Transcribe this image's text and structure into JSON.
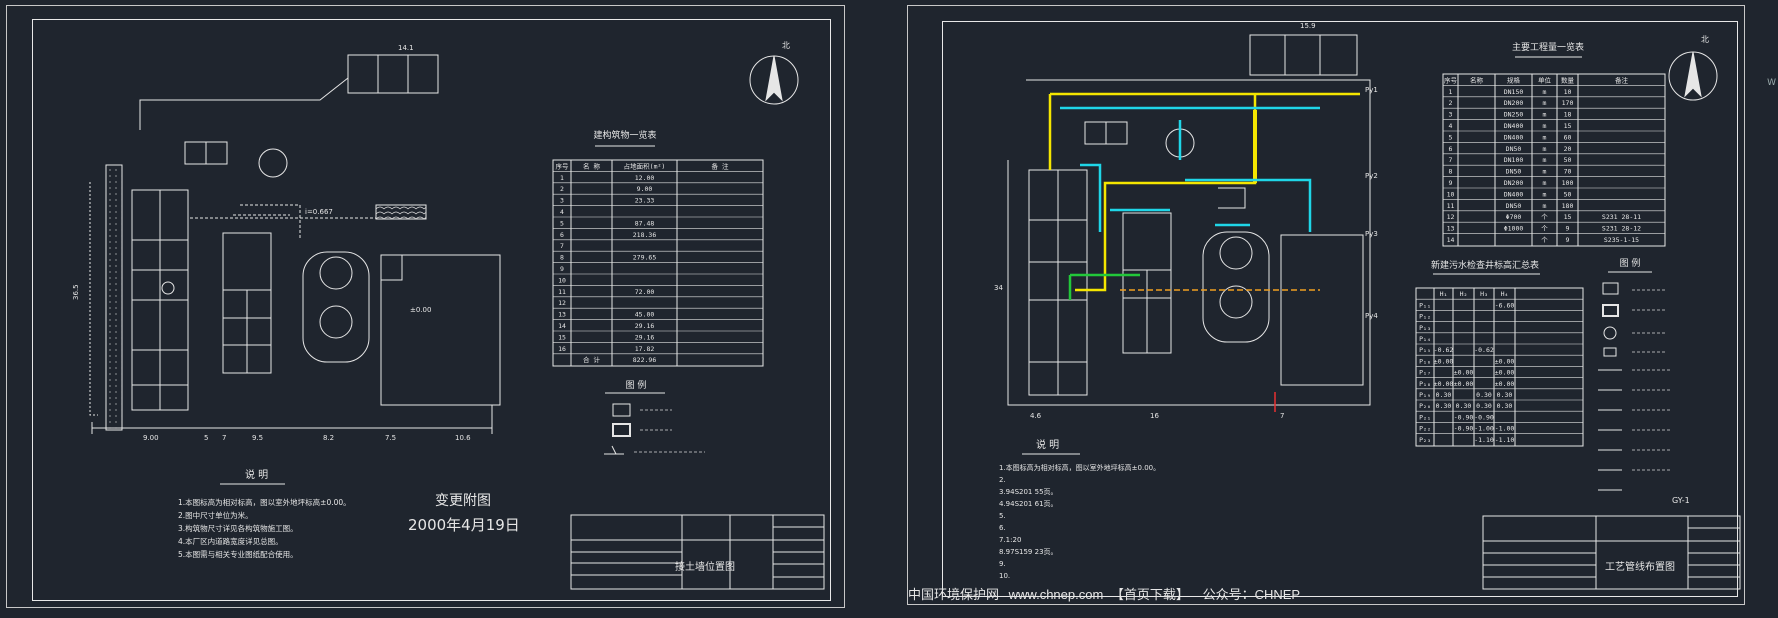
{
  "left_sheet": {
    "change_note": "变更附图",
    "change_date": "2000年4月19日",
    "notes_title": "说  明",
    "notes": [
      "1.本图标高为相对标高，图以室外地坪标高±0.00。",
      "2.图中尺寸单位为米。",
      "3.构筑物尺寸详见各构筑物施工图。",
      "4.本厂区内道路宽度详见总图。",
      "5.本图需与相关专业图纸配合使用。"
    ],
    "table_title": "建构筑物一览表",
    "table_headers": [
      "序号",
      "名  称",
      "占地面积(m²)",
      "备  注"
    ],
    "table_rows": [
      [
        "1",
        "",
        "12.00",
        ""
      ],
      [
        "2",
        "",
        "9.00",
        ""
      ],
      [
        "3",
        "",
        "23.33",
        ""
      ],
      [
        "4",
        "",
        "",
        ""
      ],
      [
        "5",
        "",
        "87.48",
        ""
      ],
      [
        "6",
        "",
        "218.36",
        ""
      ],
      [
        "7",
        "",
        "",
        ""
      ],
      [
        "8",
        "",
        "279.65",
        ""
      ],
      [
        "9",
        "",
        "",
        ""
      ],
      [
        "10",
        "",
        "",
        ""
      ],
      [
        "11",
        "",
        "72.00",
        ""
      ],
      [
        "12",
        "",
        "",
        ""
      ],
      [
        "13",
        "",
        "45.00",
        ""
      ],
      [
        "14",
        "",
        "29.16",
        ""
      ],
      [
        "15",
        "",
        "29.16",
        ""
      ],
      [
        "16",
        "",
        "17.82",
        ""
      ],
      [
        "",
        "合  计",
        "822.96",
        ""
      ]
    ],
    "legend_title": "图  例",
    "title_block_name": "接土墙位置图",
    "dims_bottom": [
      "9.00",
      "5",
      "7",
      "9.5",
      "8.2",
      "7.5",
      "10.6"
    ],
    "dim_top": "14.1",
    "pipe_label": "i=0.667",
    "leader_label": "±0.00"
  },
  "right_sheet": {
    "table_title": "主要工程量一览表",
    "pipe_table_headers": [
      "序号",
      "名称",
      "规格",
      "单位",
      "数量",
      "备注"
    ],
    "pipe_table_rows": [
      [
        "1",
        "",
        "DN150",
        "m",
        "10",
        ""
      ],
      [
        "2",
        "",
        "DN200",
        "m",
        "170",
        ""
      ],
      [
        "3",
        "",
        "DN250",
        "m",
        "18",
        ""
      ],
      [
        "4",
        "",
        "DN400",
        "m",
        "15",
        ""
      ],
      [
        "5",
        "",
        "DN400",
        "m",
        "60",
        ""
      ],
      [
        "6",
        "",
        "DN50",
        "m",
        "20",
        ""
      ],
      [
        "7",
        "",
        "DN100",
        "m",
        "50",
        ""
      ],
      [
        "8",
        "",
        "DN50",
        "m",
        "70",
        ""
      ],
      [
        "9",
        "",
        "DN200",
        "m",
        "100",
        ""
      ],
      [
        "10",
        "",
        "DN400",
        "m",
        "50",
        ""
      ],
      [
        "11",
        "",
        "DN50",
        "m",
        "180",
        ""
      ],
      [
        "12",
        "",
        "Φ700",
        "个",
        "15",
        "S231 28-11"
      ],
      [
        "13",
        "",
        "Φ1000",
        "个",
        "9",
        "S231 28-12"
      ],
      [
        "14",
        "",
        "",
        "个",
        "9",
        "S235-1-15"
      ]
    ],
    "elev_table_title": "新建污水检查井标高汇总表",
    "elev_headers": [
      "",
      "H₁",
      "H₂",
      "H₃",
      "H₄",
      ""
    ],
    "elev_rows": [
      [
        "P₁₁",
        "",
        "",
        "",
        "-6.60",
        ""
      ],
      [
        "P₁₂",
        "",
        "",
        "",
        "",
        ""
      ],
      [
        "P₁₃",
        "",
        "",
        "",
        "",
        ""
      ],
      [
        "P₁₄",
        "",
        "",
        "",
        "",
        ""
      ],
      [
        "P₁₅",
        "-0.62",
        "",
        "-0.62",
        "",
        ""
      ],
      [
        "P₁₆",
        "±0.00",
        "",
        "",
        "±0.00",
        ""
      ],
      [
        "P₁₇",
        "",
        "±0.00",
        "",
        "±0.00",
        ""
      ],
      [
        "P₁₈",
        "±0.00",
        "±0.00",
        "",
        "±0.00",
        ""
      ],
      [
        "P₁₉",
        "0.30",
        "",
        "0.30",
        "0.30",
        ""
      ],
      [
        "P₂₀",
        "0.30",
        "0.30",
        "0.30",
        "0.30",
        ""
      ],
      [
        "P₂₁",
        "",
        "-0.90",
        "-0.90",
        "",
        ""
      ],
      [
        "P₂₂",
        "",
        "-0.90",
        "-1.00",
        "-1.00",
        ""
      ],
      [
        "P₂₃",
        "",
        "",
        "-1.10",
        "-1.10",
        ""
      ]
    ],
    "legend_title": "图  例",
    "legend_code": "GY-1",
    "notes_title": "说  明",
    "notes": [
      "1.本图标高为相对标高，图以室外地坪标高±0.00。",
      "2.",
      "3.94S201 55页。",
      "4.94S201 61页。",
      "5.",
      "6.",
      "7.1:20",
      "8.97S159 23页。",
      "9.",
      "10."
    ],
    "title_block_name": "工艺管线布置图",
    "dims": [
      "15.9",
      "4.6",
      "16",
      "7",
      "34"
    ],
    "pipe_labels": [
      "Py1",
      "Py2",
      "Py3",
      "Py4"
    ]
  },
  "watermark": {
    "org": "中国环境保护网",
    "url": "www.chnep.com",
    "free": "【首页下载】",
    "wechat": "公众号：CHNEP"
  },
  "colors": {
    "background": "#1f252e",
    "line": "#e6e6e6",
    "yellow": "#f5e600",
    "cyan": "#1fd6e8",
    "green": "#22c83a",
    "orange": "#f0a020",
    "red": "#e83030"
  }
}
